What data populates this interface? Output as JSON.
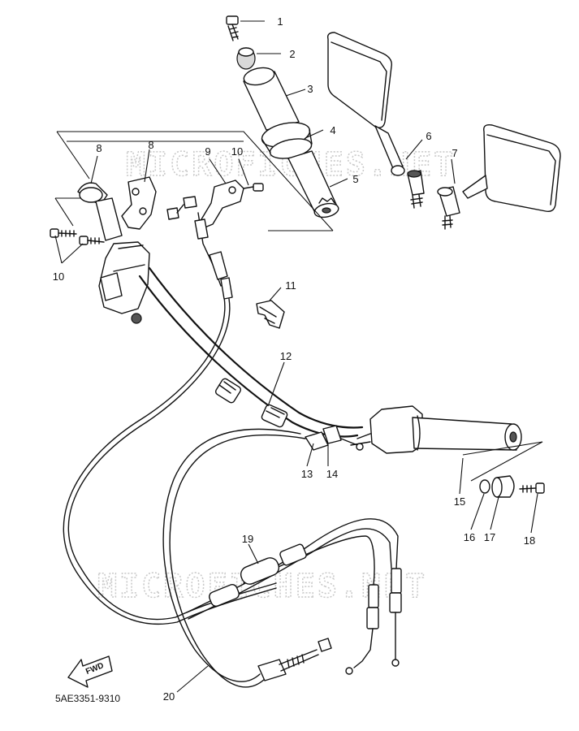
{
  "watermark": "MICROFICHES.NET",
  "diagram_code": "5AE3351-9310",
  "fwd_label": "FWD",
  "callouts": [
    "1",
    "2",
    "3",
    "4",
    "5",
    "6",
    "7",
    "8",
    "8",
    "9",
    "10",
    "10",
    "11",
    "12",
    "13",
    "14",
    "15",
    "16",
    "17",
    "18",
    "19",
    "20"
  ]
}
